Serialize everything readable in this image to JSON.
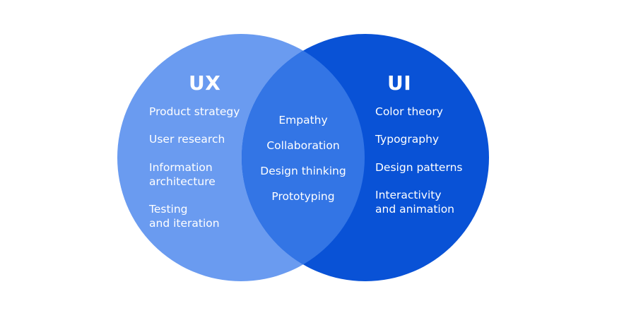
{
  "diagram": {
    "colors": {
      "background": "#ffffff",
      "ux_circle": "#6a9bf0",
      "ui_circle": "#0952d6",
      "overlap": "#3375e5",
      "text": "#ffffff"
    },
    "ux": {
      "title": "UX",
      "items": [
        "Product strategy",
        "User research",
        "Information\narchitecture",
        "Testing\nand iteration"
      ]
    },
    "ui": {
      "title": "UI",
      "items": [
        "Color theory",
        "Typography",
        "Design patterns",
        "Interactivity\nand animation"
      ]
    },
    "shared": {
      "items": [
        "Empathy",
        "Collaboration",
        "Design thinking",
        "Prototyping"
      ]
    }
  }
}
